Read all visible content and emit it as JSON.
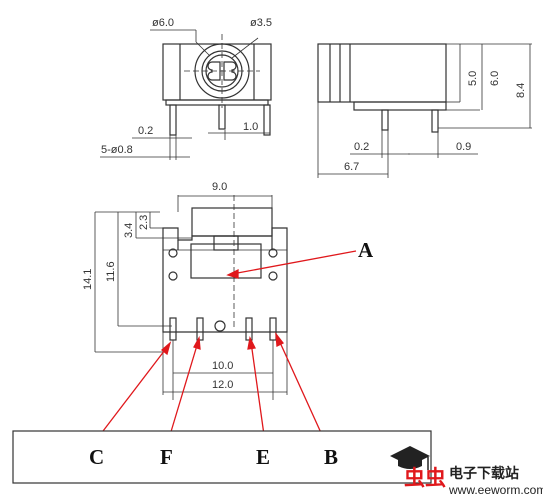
{
  "dimensions": {
    "front_top": {
      "left_diameter": "ø6.0",
      "right_diameter": "ø3.5",
      "pin_width": "0.2",
      "pin_spacing": "1.0",
      "pin_hole": "5-ø0.8"
    },
    "side": {
      "height_small": "5.0",
      "height_mid": "6.0",
      "height_total": "8.4",
      "pin_offset": "0.2",
      "body_depth": "6.7",
      "tail": "0.9"
    },
    "bottom": {
      "width_top": "9.0",
      "top_offset_small": "2.3",
      "top_offset": "3.4",
      "height_inner": "11.6",
      "height_total": "14.1",
      "pin_pitch": "10.0",
      "width_base": "12.0"
    }
  },
  "callouts": {
    "A": "A",
    "C": "C",
    "F": "F",
    "E": "E",
    "B": "B"
  },
  "watermark": {
    "brand": "虫虫",
    "title": "电子下载站",
    "url": "www.eeworm.com"
  },
  "colors": {
    "line": "#333333",
    "pointer": "#e0181c",
    "brand": "#e0181c"
  }
}
